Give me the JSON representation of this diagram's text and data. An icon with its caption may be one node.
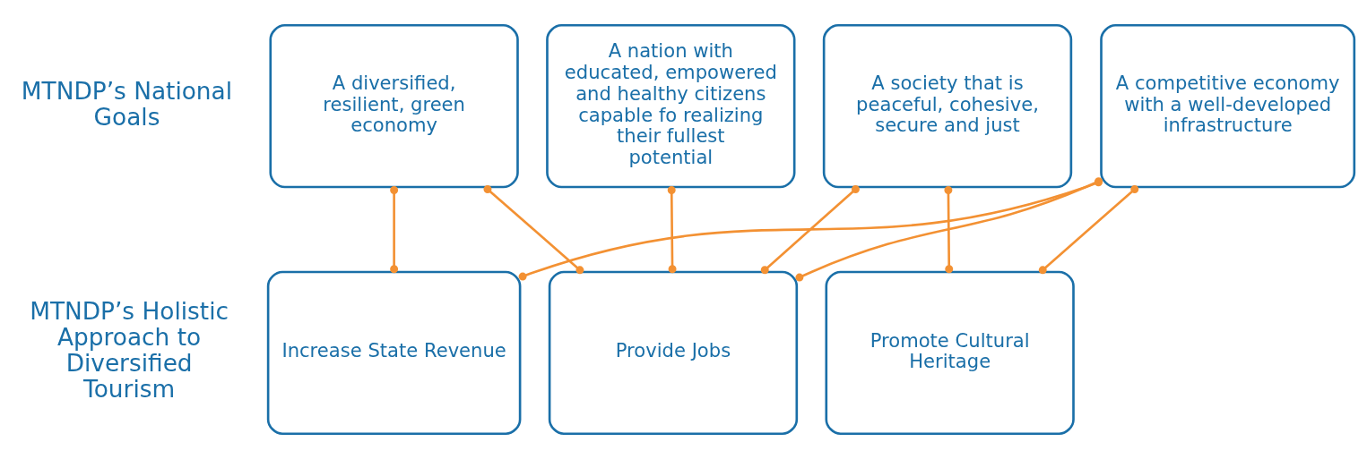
{
  "diagram": {
    "nodes": [
      {
        "text": [
          "A diversified, resilient, green economy"
        ]
      },
      {
        "text": [
          "A nation with educated, empowered and healthy citizens capable fo realizing their fullest potential"
        ]
      },
      {
        "text": [
          "A society that is peaceful, cohesive, secure and just"
        ]
      },
      {
        "text": [
          "A competitive economy with a well-developed infrastructure"
        ]
      },
      {
        "text": [
          "Increase State Revenue"
        ]
      },
      {
        "text": [
          "Provide Jobs"
        ]
      },
      {
        "text": [
          "Promote Cultural Heritage"
        ]
      }
    ],
    "edges": [
      {
        "from": 0,
        "to": 4,
        "arrow": "other"
      },
      {
        "from": 0,
        "to": 5,
        "arrow": "other"
      },
      {
        "from": 1,
        "to": 5,
        "arrow": "other"
      },
      {
        "from": 2,
        "to": 5,
        "arrow": "other"
      },
      {
        "from": 2,
        "to": 6,
        "arrow": "other"
      },
      {
        "from": 3,
        "to": 4,
        "arrow": "other"
      },
      {
        "from": 3,
        "to": 5,
        "arrow": "other"
      },
      {
        "from": 3,
        "to": 6,
        "arrow": "other"
      }
    ],
    "labels": [
      "MTNDP’s National Goals",
      "MTNDP’s Holistic Approach to Diversified Tourism"
    ]
  }
}
